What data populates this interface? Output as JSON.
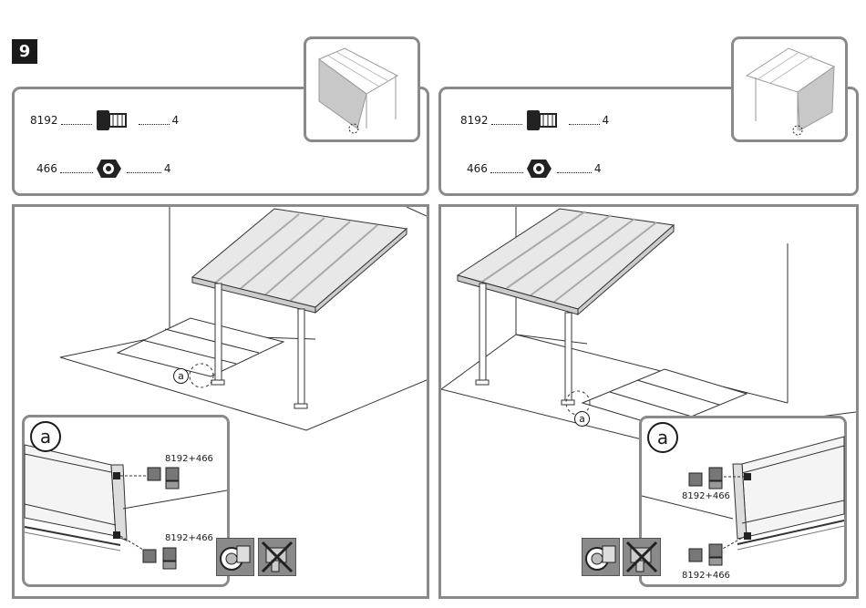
{
  "step": {
    "number": "9"
  },
  "left": {
    "parts": [
      {
        "code": "8192",
        "qty": "4",
        "icon": "bolt-icon"
      },
      {
        "code": "466",
        "qty": "4",
        "icon": "flange-nut-icon"
      }
    ],
    "callout": "a",
    "detail": {
      "label": "a",
      "annotations": [
        "8192+466",
        "8192+466"
      ]
    }
  },
  "right": {
    "parts": [
      {
        "code": "8192",
        "qty": "4",
        "icon": "bolt-icon"
      },
      {
        "code": "466",
        "qty": "4",
        "icon": "flange-nut-icon"
      }
    ],
    "callout": "a",
    "detail": {
      "label": "a",
      "annotations": [
        "8192+466",
        "8192+466"
      ]
    }
  },
  "colors": {
    "frame": "#8a8a8a",
    "ink": "#1a1a1a",
    "shade": "#c8c8c8"
  }
}
